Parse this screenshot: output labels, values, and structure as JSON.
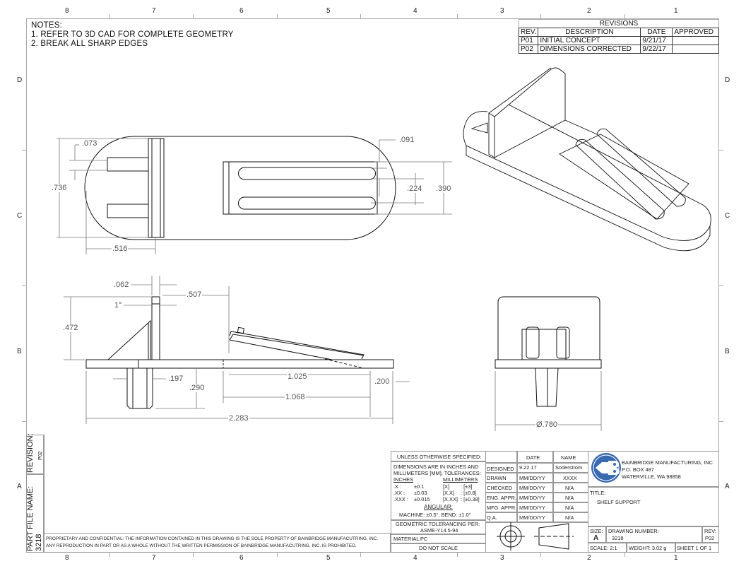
{
  "border": {
    "columns": [
      "8",
      "7",
      "6",
      "5",
      "4",
      "3",
      "2",
      "1"
    ],
    "rows": [
      "D",
      "C",
      "B",
      "A"
    ]
  },
  "notes": {
    "heading": "NOTES:",
    "items": [
      "1.  REFER TO 3D CAD FOR COMPLETE GEOMETRY",
      "2.  BREAK ALL SHARP EDGES"
    ]
  },
  "revisions": {
    "title": "REVISIONS",
    "headers": [
      "REV.",
      "DESCRIPTION",
      "DATE",
      "APPROVED"
    ],
    "rows": [
      {
        "rev": "P01",
        "description": "INITIAL CONCEPT",
        "date": "9/21/17",
        "approved": ""
      },
      {
        "rev": "P02",
        "description": "DIMENSIONS CORRECTED",
        "date": "9/22/17",
        "approved": ""
      }
    ]
  },
  "dimensions": {
    "top_view": {
      "d073": ".073",
      "d736": ".736",
      "d516": ".516",
      "d091": ".091",
      "d224": ".224",
      "d390": ".390"
    },
    "front_view": {
      "d062": ".062",
      "d1deg": "1°",
      "d507": ".507",
      "d472": ".472",
      "d197": ".197",
      "d290": ".290",
      "d1025": "1.025",
      "d200": ".200",
      "d1068": "1.068",
      "d2283": "2.283"
    },
    "side_view": {
      "d780": "Ø.780"
    }
  },
  "side_panel": {
    "revision_label": "REVISION:",
    "revision_value": "P02",
    "part_file_label": "PART FILE NAME:",
    "part_file_value": "3218"
  },
  "proprietary": {
    "line1": "PROPRIETARY AND CONFIDENTIAL: THE INFORMATION CONTAINED IN THIS DRAWING IS THE SOLE PROPERTY OF BAINBRIDGE MANUFACUTRING, INC.",
    "line2": "ANY REPRODUCTION IN PART OR AS A WHOLE WITHOUT THE WRITTEN PERMISSION OF BAINBRIDGE MANUFACUTRING, INC. IS PROHIBITED."
  },
  "tolerances": {
    "header": "UNLESS OTHERWISE SPECIFIED:",
    "dims_line1": "DIMENSIONS ARE IN INCHES AND",
    "dims_line2": "MILLIMETERS [MM], TOLERANCES:",
    "col_inches": "INCHES",
    "col_mm": "MILLIMETERS",
    "rows": [
      {
        "in_fmt": ".X :",
        "in_tol": "±0.1",
        "mm_fmt": "[X]",
        "mm_tol": ": [±3]"
      },
      {
        "in_fmt": ".XX :",
        "in_tol": "±0.03",
        "mm_fmt": "[X.X]",
        "mm_tol": ": [±0.8]"
      },
      {
        "in_fmt": ".XXX :",
        "in_tol": "±0.015",
        "mm_fmt": "[X.XX]",
        "mm_tol": ": [±0.38]"
      }
    ],
    "angular_label": "ANGULAR:",
    "angular_value": "MACHINE: ±0.5°, BEND: ±1.0°",
    "geo_line1": "GEOMETRIC TOLERANCING PER:",
    "geo_line2": "ASME-Y14.5-94",
    "material_label": "MATERIAL:",
    "material_value": "PC",
    "do_not_scale": "DO NOT SCALE"
  },
  "approvals": {
    "headers": [
      "",
      "DATE",
      "NAME"
    ],
    "rows": [
      {
        "role": "DESIGNED",
        "date": "9.22.17",
        "name": "Soderstrom"
      },
      {
        "role": "DRAWN",
        "date": "MM/DD/YY",
        "name": "XXXX"
      },
      {
        "role": "CHECKED",
        "date": "MM/DD/YY",
        "name": "N/A"
      },
      {
        "role": "ENG. APPR.",
        "date": "MM/DD/YY",
        "name": "N/A"
      },
      {
        "role": "MFG. APPR.",
        "date": "MM/DD/YY",
        "name": "N/A"
      },
      {
        "role": "Q.A.",
        "date": "MM/DD/YY",
        "name": "N/A"
      }
    ]
  },
  "company": {
    "name": "BAINBRIDGE MANUFACTURING, INC",
    "address1": "P.O. BOX 487",
    "address2": "WATERVILLE, WA 98858",
    "logo_color": "#3a6bb0"
  },
  "title_block": {
    "title_label": "TITLE:",
    "title_value": "SHELF SUPPORT",
    "size_label": "SIZE:",
    "size_value": "A",
    "drawing_number_label": "DRAWING NUMBER:",
    "drawing_number_value": "3218",
    "rev_label": "REV:",
    "rev_value": "P02",
    "scale": "SCALE: 2:1",
    "weight": "WEIGHT: 3.02 g",
    "sheet": "SHEET 1 OF 1"
  }
}
